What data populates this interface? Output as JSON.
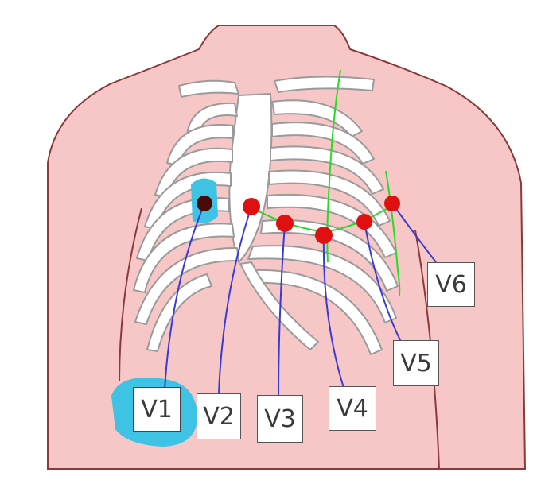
{
  "diagram": {
    "colors": {
      "skin": "#f7c7c7",
      "outline": "#8a3a3a",
      "bone": "#ffffff",
      "bone_outline": "#9a9a9a",
      "electrode": "#e01010",
      "electrode_dark": "#4a0a0a",
      "wire": "#3a3ad0",
      "guide_line": "#22dd22",
      "highlight": "#3ec3e4"
    },
    "leads": {
      "v1": "V1",
      "v2": "V2",
      "v3": "V3",
      "v4": "V4",
      "v5": "V5",
      "v6": "V6"
    },
    "highlighted_leads": [
      "V1"
    ]
  }
}
